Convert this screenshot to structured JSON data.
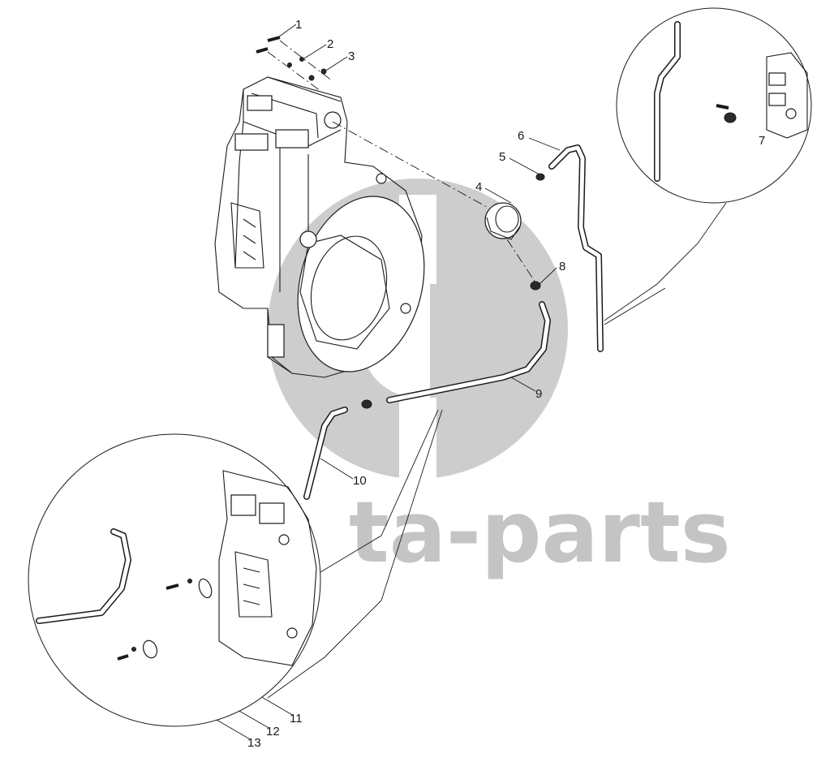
{
  "watermark": {
    "text": "ta-parts",
    "color": "#c4c4c4"
  },
  "callouts": [
    {
      "id": "1",
      "label": "1"
    },
    {
      "id": "2",
      "label": "2"
    },
    {
      "id": "3",
      "label": "3"
    },
    {
      "id": "4",
      "label": "4"
    },
    {
      "id": "5",
      "label": "5"
    },
    {
      "id": "6",
      "label": "6"
    },
    {
      "id": "7",
      "label": "7"
    },
    {
      "id": "8",
      "label": "8"
    },
    {
      "id": "9",
      "label": "9"
    },
    {
      "id": "10",
      "label": "10"
    },
    {
      "id": "11",
      "label": "11"
    },
    {
      "id": "12",
      "label": "12"
    },
    {
      "id": "13",
      "label": "13"
    }
  ],
  "colors": {
    "line": "#1a1a1a",
    "background": "#ffffff"
  }
}
